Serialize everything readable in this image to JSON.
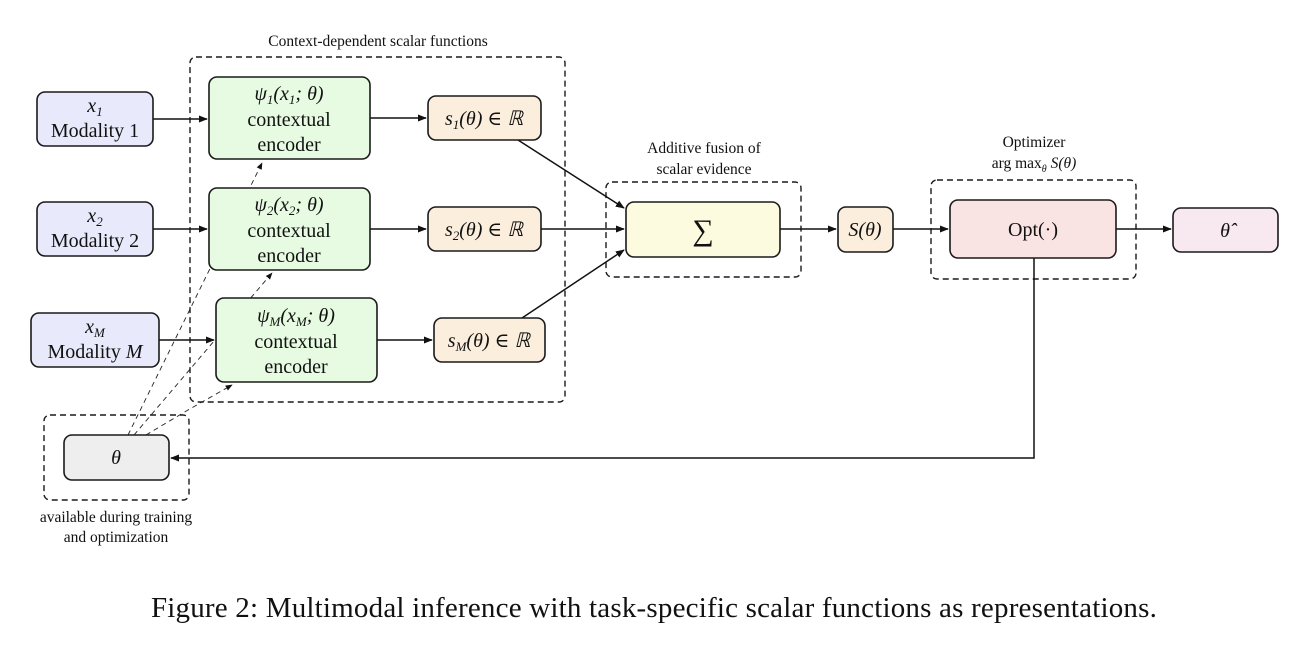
{
  "figure": {
    "caption": "Figure 2: Multimodal inference with task-specific scalar functions as representations.",
    "colors": {
      "modality_fill": "#e8eafc",
      "encoder_fill": "#e6fbe2",
      "scalar_fill": "#fbeedd",
      "sum_fill": "#fcfbdf",
      "opt_fill": "#fae4e3",
      "output_fill": "#f7e9ef",
      "theta_fill": "#eeeeee"
    }
  },
  "groups": {
    "scalar_functions": {
      "label": "Context-dependent scalar functions"
    },
    "fusion": {
      "label_line1": "Additive fusion of",
      "label_line2": "scalar evidence"
    },
    "optimizer": {
      "label_line1": "Optimizer",
      "label_line2": "arg max_θ S(θ)",
      "label_line2_main": "arg max",
      "label_line2_sub": "θ",
      "label_line2_tail": " S(θ)"
    },
    "theta_group": {
      "label_line1": "available during training",
      "label_line2": "and optimization"
    }
  },
  "modalities": [
    {
      "var": "x",
      "sub": "1",
      "label": "Modality 1"
    },
    {
      "var": "x",
      "sub": "2",
      "label": "Modality 2"
    },
    {
      "var": "x",
      "sub": "M",
      "label": "Modality ",
      "label_math": "M"
    }
  ],
  "encoders": [
    {
      "fn": "ψ",
      "sub": "1",
      "args": "(x",
      "arg_sub": "1",
      "tail": "; θ)",
      "line2": "contextual",
      "line3": "encoder"
    },
    {
      "fn": "ψ",
      "sub": "2",
      "args": "(x",
      "arg_sub": "2",
      "tail": "; θ)",
      "line2": "contextual",
      "line3": "encoder"
    },
    {
      "fn": "ψ",
      "sub": "M",
      "args": "(x",
      "arg_sub": "M",
      "tail": "; θ)",
      "line2": "contextual",
      "line3": "encoder"
    }
  ],
  "scalars": [
    {
      "var": "s",
      "sub": "1",
      "tail": "(θ) ∈ ℝ"
    },
    {
      "var": "s",
      "sub": "2",
      "tail": "(θ) ∈ ℝ"
    },
    {
      "var": "s",
      "sub": "M",
      "tail": "(θ) ∈ ℝ"
    }
  ],
  "sum_node": {
    "symbol": "∑"
  },
  "score_node": {
    "label": "S(θ)"
  },
  "opt_node": {
    "label": "Opt(·)"
  },
  "output_node": {
    "label": "θ̂"
  },
  "theta_node": {
    "label": "θ"
  }
}
